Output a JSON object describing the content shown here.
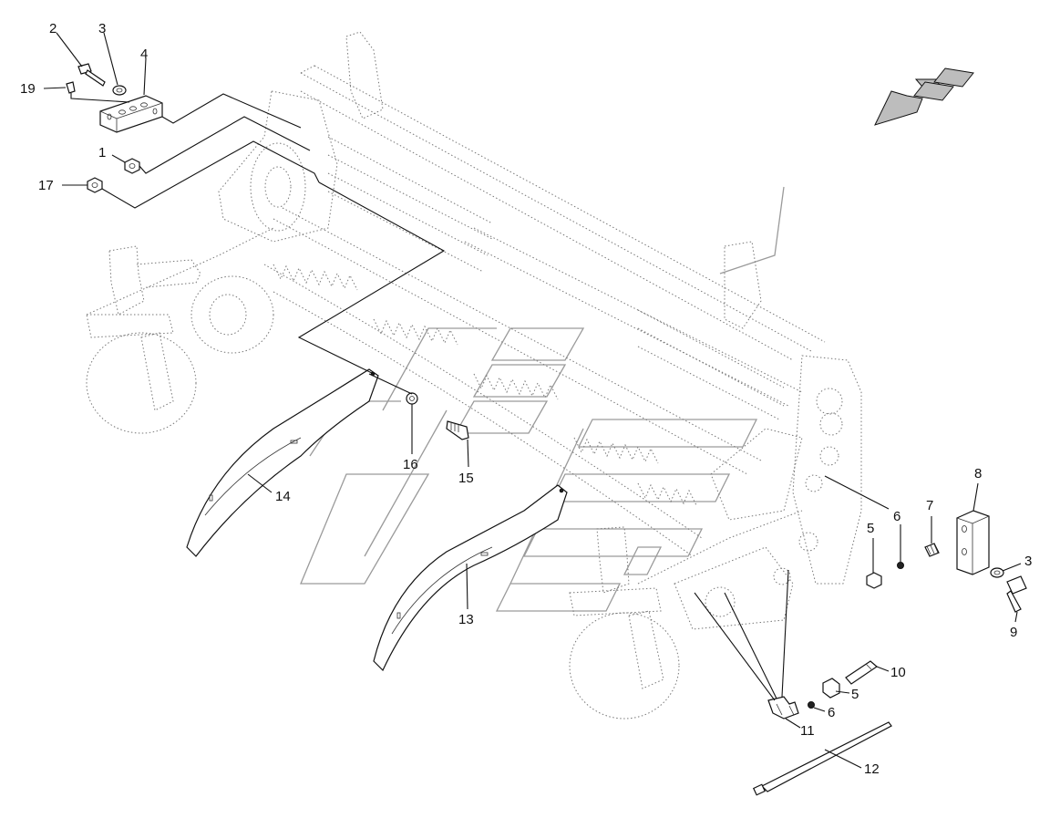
{
  "diagram": {
    "parts": [
      {
        "id": "p2",
        "label": "2"
      },
      {
        "id": "p3a",
        "label": "3"
      },
      {
        "id": "p4",
        "label": "4"
      },
      {
        "id": "p19",
        "label": "19"
      },
      {
        "id": "p1",
        "label": "1"
      },
      {
        "id": "p17",
        "label": "17"
      },
      {
        "id": "p16",
        "label": "16"
      },
      {
        "id": "p15",
        "label": "15"
      },
      {
        "id": "p14",
        "label": "14"
      },
      {
        "id": "p13",
        "label": "13"
      },
      {
        "id": "p8",
        "label": "8"
      },
      {
        "id": "p7",
        "label": "7"
      },
      {
        "id": "p6a",
        "label": "6"
      },
      {
        "id": "p5a",
        "label": "5"
      },
      {
        "id": "p3b",
        "label": "3"
      },
      {
        "id": "p9",
        "label": "9"
      },
      {
        "id": "p10",
        "label": "10"
      },
      {
        "id": "p5b",
        "label": "5"
      },
      {
        "id": "p6b",
        "label": "6"
      },
      {
        "id": "p11",
        "label": "11"
      },
      {
        "id": "p12",
        "label": "12"
      }
    ],
    "colors": {
      "line": "#111111",
      "watermark": "#9a9a9a",
      "frame": "#777777"
    },
    "icons": [
      "direction-arrow-icon"
    ]
  }
}
